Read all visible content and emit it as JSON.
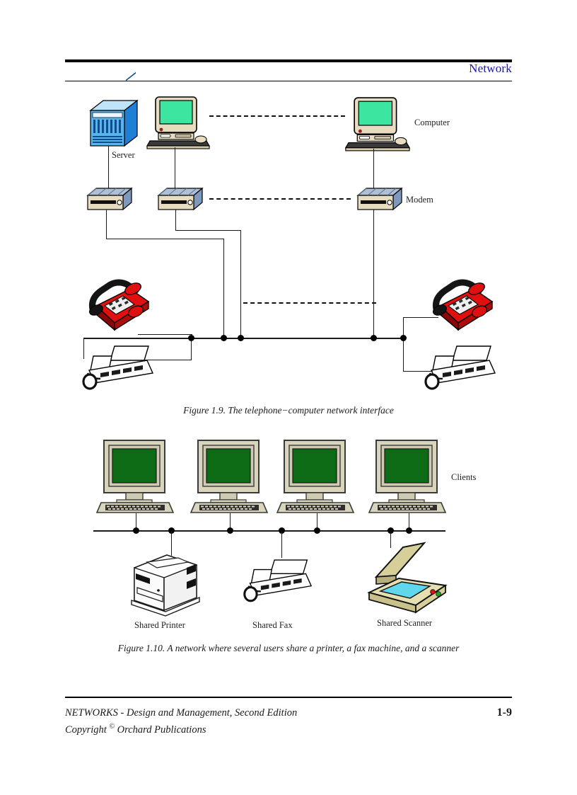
{
  "header": {
    "title": "Network"
  },
  "footer": {
    "line1": "NETWORKS - Design and Management, Second Edition",
    "line2_pre": "Copyright ",
    "line2_sym": "©",
    "line2_post": " Orchard Publications",
    "page_number": "1-9"
  },
  "figure_19": {
    "caption": "Figure 1.9.  The telephone−computer network interface",
    "labels": {
      "server": "Server",
      "computer": "Computer",
      "modem": "Modem"
    },
    "icons": {
      "server": "server-tower-icon",
      "computer": "desktop-computer-icon",
      "modem": "modem-icon",
      "telephone": "red-telephone-icon",
      "fax": "fax-machine-icon"
    }
  },
  "figure_110": {
    "caption": "Figure 1.10.  A network where several users share a printer, a fax machine, and a scanner",
    "labels": {
      "clients": "Clients",
      "shared_printer": "Shared Printer",
      "shared_fax": "Shared Fax",
      "shared_scanner": "Shared Scanner"
    },
    "icons": {
      "client": "client-computer-icon",
      "printer": "laser-printer-icon",
      "fax": "fax-machine-icon",
      "scanner": "flatbed-scanner-icon"
    },
    "client_count": 4
  },
  "colors": {
    "header_title": "#1414cc",
    "rule": "#000000",
    "crt_screen_green": "#3ce6a0",
    "client_screen_green": "#0c6b14",
    "monitor_case": "#e8dcc0",
    "client_case": "#d8d5bc",
    "server_blue": "#1f7fd4",
    "modem_blue": "#8fa8c8",
    "telephone_red": "#e01010",
    "scanner_tan": "#d6cf9a",
    "scanner_glass": "#5fd8ec",
    "wire": "#1a1a1a"
  }
}
